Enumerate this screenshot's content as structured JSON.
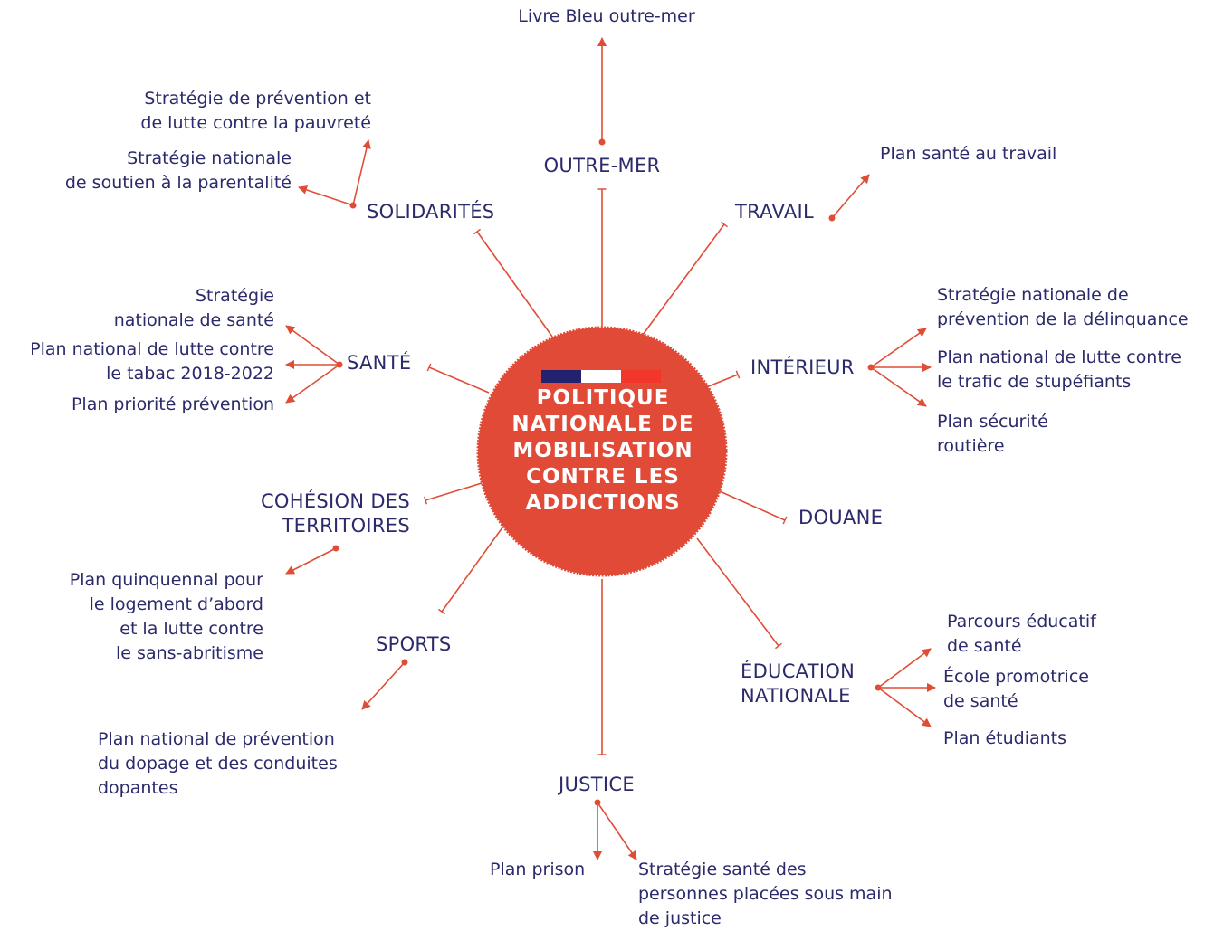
{
  "colors": {
    "navy": "#2b2a6b",
    "accent": "#df4d37",
    "hub_fill": "#e04a37",
    "flag_blue": "#23226f",
    "flag_white": "#ffffff",
    "flag_red": "#f2362c"
  },
  "hub": {
    "title_lines": [
      "POLITIQUE",
      "NATIONALE DE",
      "MOBILISATION",
      "CONTRE LES",
      "ADDICTIONS"
    ]
  },
  "ministries": {
    "outre_mer": "OUTRE-MER",
    "solidarites": "SOLIDARITÉS",
    "travail": "TRAVAIL",
    "sante": "SANTÉ",
    "interieur": "INTÉRIEUR",
    "cohesion": [
      "COHÉSION DES",
      "TERRITOIRES"
    ],
    "douane": "DOUANE",
    "sports": "SPORTS",
    "education": [
      "ÉDUCATION",
      "NATIONALE"
    ],
    "justice": "JUSTICE"
  },
  "plans": {
    "outre_mer": [
      "Livre Bleu outre-mer"
    ],
    "solidarites": [
      [
        "Stratégie de prévention et",
        "de lutte contre la pauvreté"
      ],
      [
        "Stratégie nationale",
        "de soutien à la parentalité"
      ]
    ],
    "travail": [
      "Plan santé au travail"
    ],
    "sante": [
      [
        "Stratégie",
        "nationale de santé"
      ],
      [
        "Plan national de lutte contre",
        "le tabac 2018-2022"
      ],
      [
        "Plan priorité prévention"
      ]
    ],
    "interieur": [
      [
        "Stratégie nationale de",
        "prévention de la délinquance"
      ],
      [
        "Plan national de lutte contre",
        "le trafic de stupéfiants"
      ],
      [
        "Plan sécurité",
        "routière"
      ]
    ],
    "cohesion": [
      "Plan quinquennal pour",
      "le logement d’abord",
      "et la lutte contre",
      "le sans-abritisme"
    ],
    "sports": [
      "Plan national de prévention",
      "du dopage et des conduites",
      "dopantes"
    ],
    "education": [
      [
        "Parcours éducatif",
        "de santé"
      ],
      [
        "École promotrice",
        "de santé"
      ],
      [
        "Plan étudiants"
      ]
    ],
    "justice": [
      [
        "Plan prison"
      ],
      [
        "Stratégie santé des",
        "personnes placées sous main",
        "de justice"
      ]
    ]
  }
}
